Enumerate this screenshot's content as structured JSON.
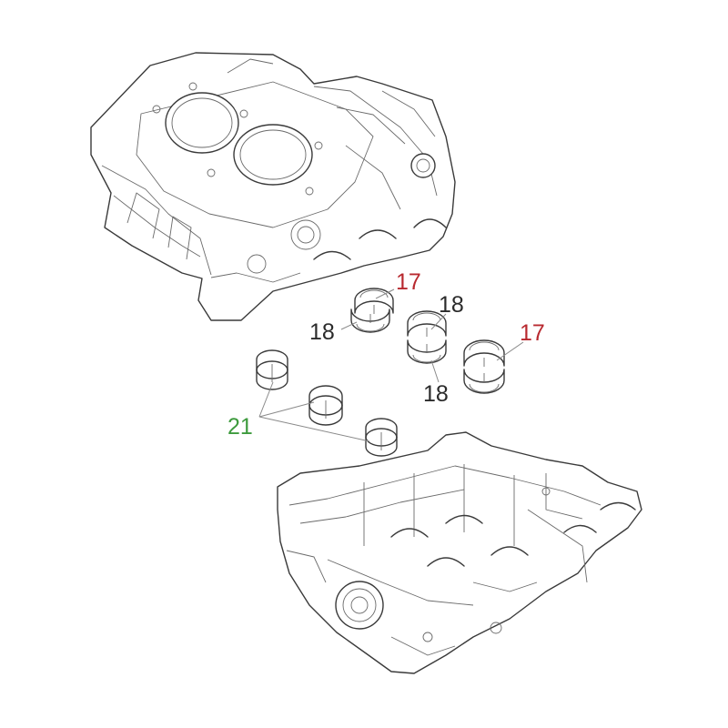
{
  "callouts": {
    "c17a": {
      "label": "17",
      "color": "#b8292f"
    },
    "c17b": {
      "label": "17",
      "color": "#b8292f"
    },
    "c18a": {
      "label": "18",
      "color": "#2b2b2b"
    },
    "c18b": {
      "label": "18",
      "color": "#2b2b2b"
    },
    "c18c": {
      "label": "18",
      "color": "#2b2b2b"
    },
    "c21": {
      "label": "21",
      "color": "#3d9a3d"
    }
  },
  "parts": [
    {
      "name": "upper-crankcase",
      "icon": "engine-block-icon"
    },
    {
      "name": "lower-crankcase",
      "icon": "crankcase-icon"
    },
    {
      "name": "main-bearing-shell",
      "icon": "bearing-shell-icon"
    },
    {
      "name": "thrust-bearing-shell",
      "icon": "bearing-shell-icon"
    }
  ]
}
